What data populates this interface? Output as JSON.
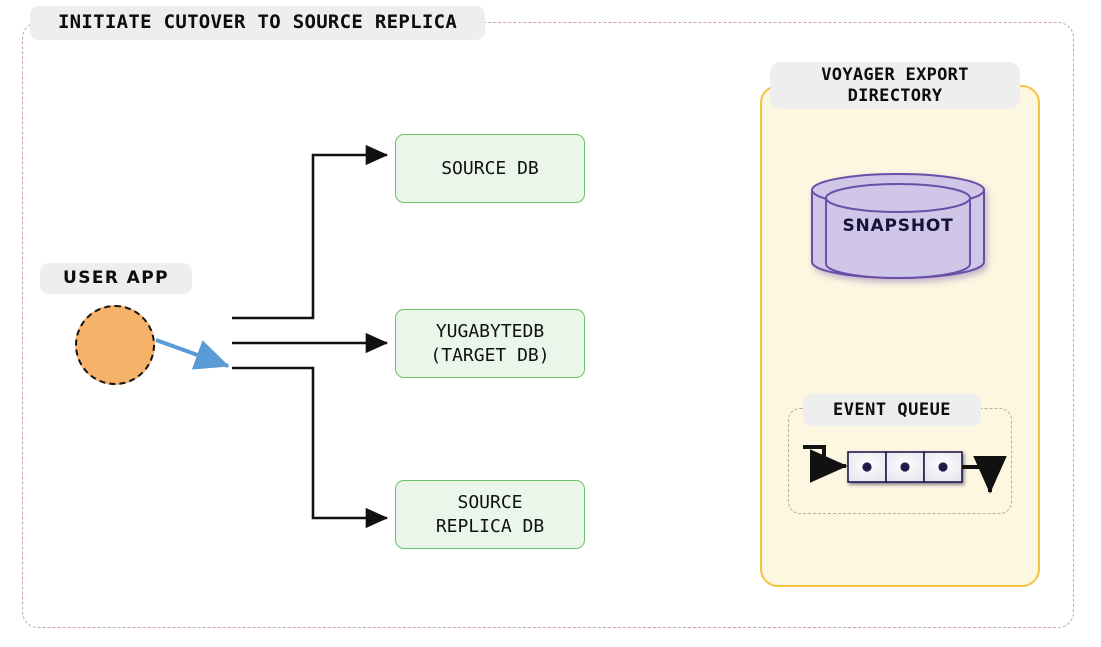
{
  "diagram": {
    "title": "INITIATE CUTOVER TO SOURCE REPLICA",
    "colors": {
      "frame_border": "#c9a898",
      "pill_background": "#eeeeee",
      "db_box_fill": "#e9f6e9",
      "db_box_border": "#6cc06c",
      "voyager_fill": "#fdf6e0",
      "voyager_border": "#f5c342",
      "user_app_fill": "#f7b269",
      "snapshot_fill": "#cfc6e8",
      "snapshot_border": "#6b4fa8",
      "blue_arrow": "#5b9bd5",
      "connector": "#111111",
      "queue_dot": "#211a4d"
    }
  },
  "user_app": {
    "label": "USER APP",
    "shape": "circle",
    "outgoing_arrow_target": "YUGABYTEDB (TARGET DB)",
    "outgoing_arrow_color": "#5b9bd5"
  },
  "databases": [
    {
      "id": "source-db",
      "label": "SOURCE DB"
    },
    {
      "id": "target-db",
      "label": "YUGABYTEDB\n(TARGET DB)"
    },
    {
      "id": "replica-db",
      "label": "SOURCE\nREPLICA DB"
    }
  ],
  "voyager": {
    "label": "VOYAGER EXPORT\nDIRECTORY",
    "snapshot": {
      "label": "SNAPSHOT",
      "shape": "cylinder"
    },
    "event_queue": {
      "label": "EVENT QUEUE",
      "cell_count": 3,
      "cells": [
        {
          "id": "queue-cell-1",
          "content": "event-dot"
        },
        {
          "id": "queue-cell-2",
          "content": "event-dot"
        },
        {
          "id": "queue-cell-3",
          "content": "event-dot"
        }
      ],
      "inbound_arrow": "in",
      "outbound_arrow": "out"
    }
  }
}
